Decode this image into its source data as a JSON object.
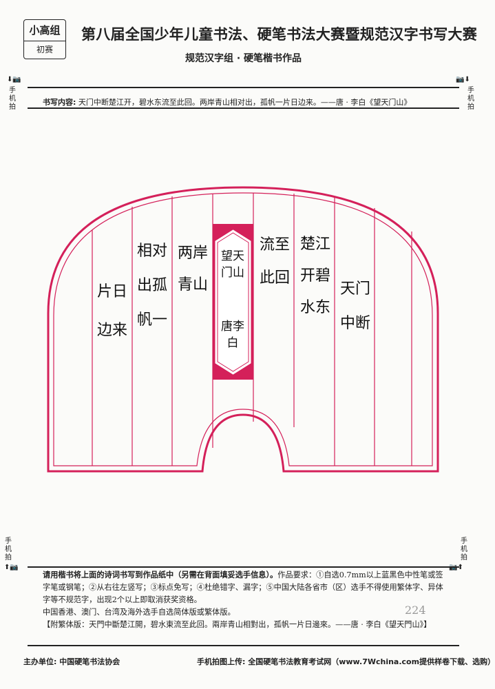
{
  "badge": {
    "group": "小高组",
    "stage": "初赛"
  },
  "header": {
    "title": "第八届全国少年儿童书法、硬笔书法大赛暨规范汉字书写大赛",
    "subtitle": "规范汉字组 · 硬笔楷书作品"
  },
  "corner_marks": {
    "arrow_camera_down": "⬇📷",
    "camera_arrow_down": "📷⬇",
    "arrow_camera_up": "⬆📷",
    "camera_arrow_up": "📷⬆",
    "phone_shot": "手机拍"
  },
  "content": {
    "label": "书写内容:",
    "text": "天门中断楚江开，碧水东流至此回。两岸青山相对出，孤帆一片日边来。——唐 · 李白《望天门山》"
  },
  "grid": {
    "center_title": "望天门山",
    "center_author": "唐李白",
    "columns_right_to_left": [
      "天门中断",
      "楚江开碧水东",
      "流至此回",
      "",
      "两岸青山",
      "相对出孤帆一",
      "片日边来"
    ]
  },
  "footer": {
    "instructions_bold": "请用楷书将上面的诗词书写到作品纸中（另需在背面填妥选手信息）。",
    "instructions_rest": "作品要求：①自选0.7mm以上蓝黑色中性笔或签字笔或钢笔；②从右往左竖写；③标点免写；④杜绝错字、漏字；⑤中国大陆各省市（区）选手不得使用繁体字、异体字等不规范字，出现2个以上即取消获奖资格。",
    "note": "中国香港、澳门、台湾及海外选手自选简体版或繁体版。",
    "traditional": "【附繁体版：天門中斷楚江開，碧水東流至此回。兩岸青山相對出，孤帆一片日邊來。——唐 · 李白《望天門山》】"
  },
  "bottom": {
    "sponsor": "主办单位:  中国硬笔书法协会",
    "upload": "手机拍图上传:  全国硬笔书法教育考试网（www.7Wchina.com提供样卷下载、选购）"
  },
  "handwritten_number": "224",
  "colors": {
    "frame": "#d4205a",
    "ink": "#222222"
  }
}
